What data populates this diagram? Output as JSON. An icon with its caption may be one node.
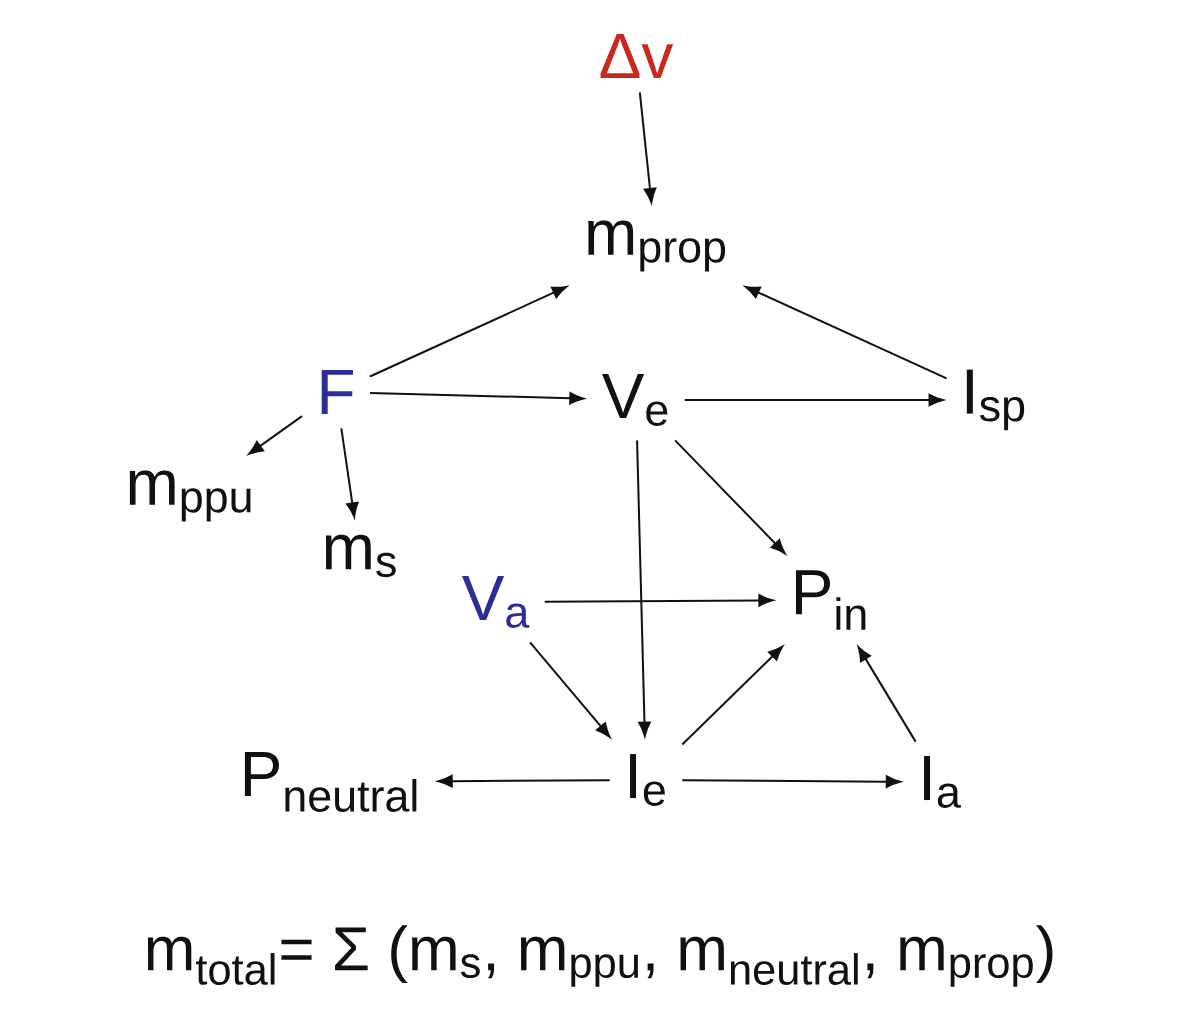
{
  "diagram": {
    "nodes": [
      {
        "text": [
          "Δv"
        ]
      },
      {
        "text": [
          "m$_{prop}$"
        ]
      },
      {
        "text": [
          "F"
        ]
      },
      {
        "text": [
          "V$_{e}$"
        ]
      },
      {
        "text": [
          "I$_{sp}$"
        ]
      },
      {
        "text": [
          "m$_{ppu}$"
        ]
      },
      {
        "text": [
          "m$_{s}$"
        ]
      },
      {
        "text": [
          "V$_{a}$"
        ]
      },
      {
        "text": [
          "P$_{in}$"
        ]
      },
      {
        "text": [
          "P$_{neutral}$"
        ]
      },
      {
        "text": [
          "I$_{e}$"
        ]
      },
      {
        "text": [
          "I$_{a}$"
        ]
      }
    ],
    "edges": [
      {
        "from": 0,
        "to": 1,
        "arrow": "to"
      },
      {
        "from": 2,
        "to": 1,
        "arrow": "to"
      },
      {
        "from": 4,
        "to": 1,
        "arrow": "to"
      },
      {
        "from": 2,
        "to": 3,
        "arrow": "to"
      },
      {
        "from": 3,
        "to": 4,
        "arrow": "to"
      },
      {
        "from": 2,
        "to": 5,
        "arrow": "to"
      },
      {
        "from": 2,
        "to": 6,
        "arrow": "to"
      },
      {
        "from": 3,
        "to": 8,
        "arrow": "to"
      },
      {
        "from": 3,
        "to": 10,
        "arrow": "to"
      },
      {
        "from": 7,
        "to": 8,
        "arrow": "to"
      },
      {
        "from": 7,
        "to": 10,
        "arrow": "to"
      },
      {
        "from": 10,
        "to": 8,
        "arrow": "to"
      },
      {
        "from": 10,
        "to": 9,
        "arrow": "to"
      },
      {
        "from": 10,
        "to": 11,
        "arrow": "to"
      },
      {
        "from": 11,
        "to": 8,
        "arrow": "to"
      }
    ],
    "labels": [
      "m$_{total}$= Σ (m$_{s}$, m$_{ppu}$, m$_{neutral}$, m$_{prop}$)"
    ]
  }
}
